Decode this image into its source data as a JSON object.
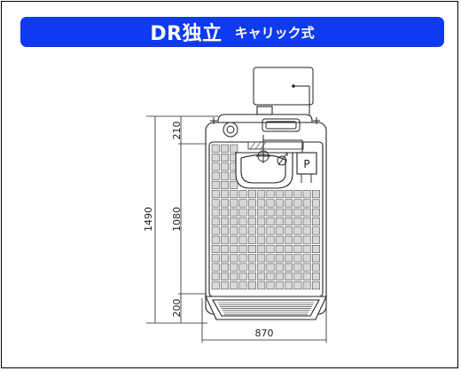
{
  "banner": {
    "title": "DR独立",
    "subtitle": "キャリック式"
  },
  "dimensions": {
    "top_section": "210",
    "overall_height": "1490",
    "middle_section": "1080",
    "bottom_section": "200",
    "width": "870"
  },
  "labels": {
    "pump": "P"
  },
  "colors": {
    "banner_bg": "#0f3aef",
    "line": "#222222",
    "tile_fill": "#d8d8d8"
  }
}
